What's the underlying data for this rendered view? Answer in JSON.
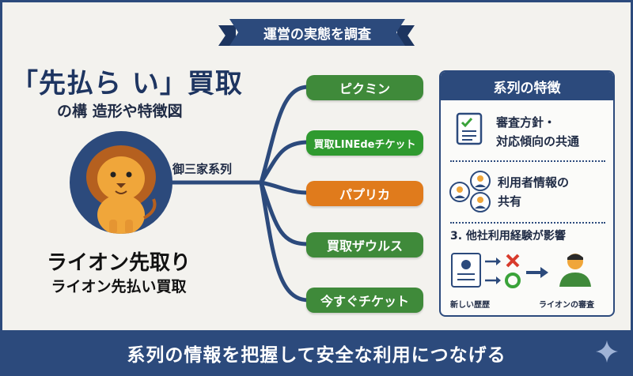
{
  "banner": {
    "text": "運営の実態を調査"
  },
  "title": {
    "main": "「先払ら い」買取",
    "sub": "の構 造形や特徴図"
  },
  "lion": {
    "name": "ライオン先取り",
    "subname": "ライオン先払い買取"
  },
  "group_label": "御三家系列",
  "services": [
    {
      "label": "ピクミン",
      "color": "#3f8a3a"
    },
    {
      "label": "買取LINEdeチケット",
      "color": "#2f9a2f"
    },
    {
      "label": "パプリカ",
      "color": "#e07b1c"
    },
    {
      "label": "買取ザウルス",
      "color": "#3f8a3a"
    },
    {
      "label": "今すぐチケット",
      "color": "#3f8a3a"
    }
  ],
  "features": {
    "title": "系列の特徴",
    "item1": {
      "line1": "審査方針・",
      "line2": "対応傾向の共通"
    },
    "item2": {
      "line1": "利用者情報の",
      "line2": "共有"
    },
    "item3": {
      "title": "3. 他社利用経験が影響",
      "caption_left": "新しい歴歴",
      "caption_right": "ライオンの審査"
    }
  },
  "footer": {
    "text": "系列の情報を把握して安全な利用につなげる"
  },
  "colors": {
    "navy": "#2c4a7c",
    "green": "#3f8a3a",
    "orange": "#e07b1c",
    "cross_red": "#d83b2c",
    "check_green": "#3aa33a"
  }
}
